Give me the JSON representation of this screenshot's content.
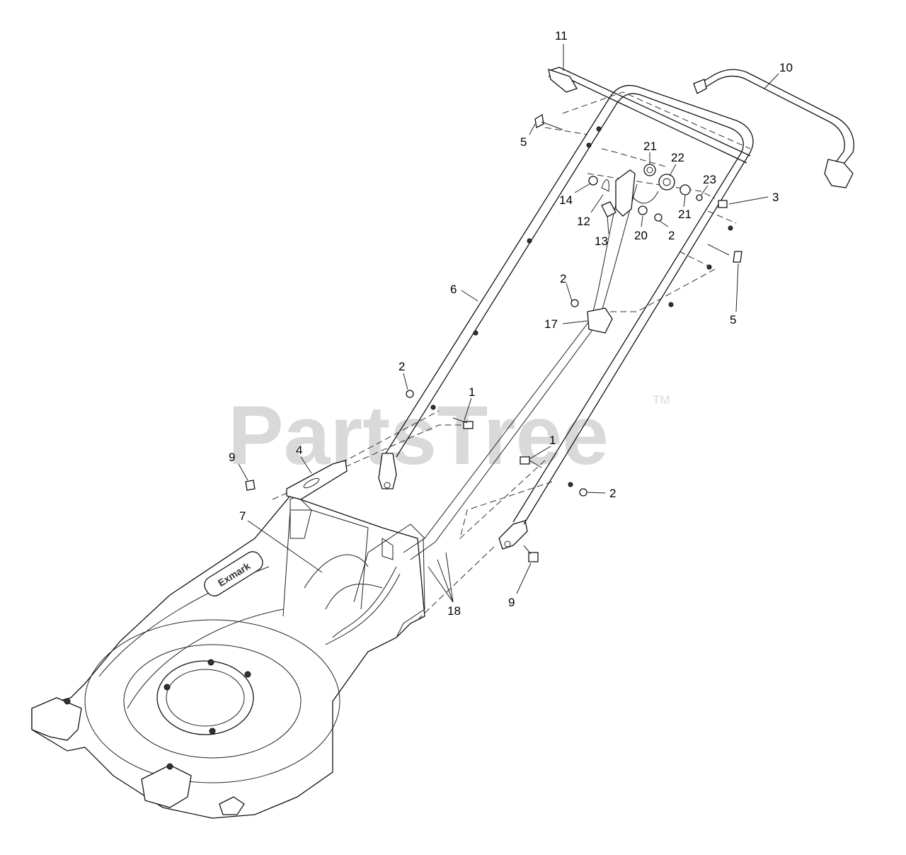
{
  "watermark": {
    "text": "PartsTree",
    "tm": "TM"
  },
  "deck_logo": "Exmark",
  "callouts": {
    "c11": "11",
    "c10": "10",
    "c5a": "5",
    "c21a": "21",
    "c22": "22",
    "c23": "23",
    "c3": "3",
    "c14": "14",
    "c21b": "21",
    "c12": "12",
    "c20": "20",
    "c2a": "2",
    "c13": "13",
    "c6": "6",
    "c2b": "2",
    "c5b": "5",
    "c17": "17",
    "c2c": "2",
    "c1a": "1",
    "c1b": "1",
    "c9a": "9",
    "c4": "4",
    "c2d": "2",
    "c7": "7",
    "c18": "18",
    "c9b": "9"
  }
}
